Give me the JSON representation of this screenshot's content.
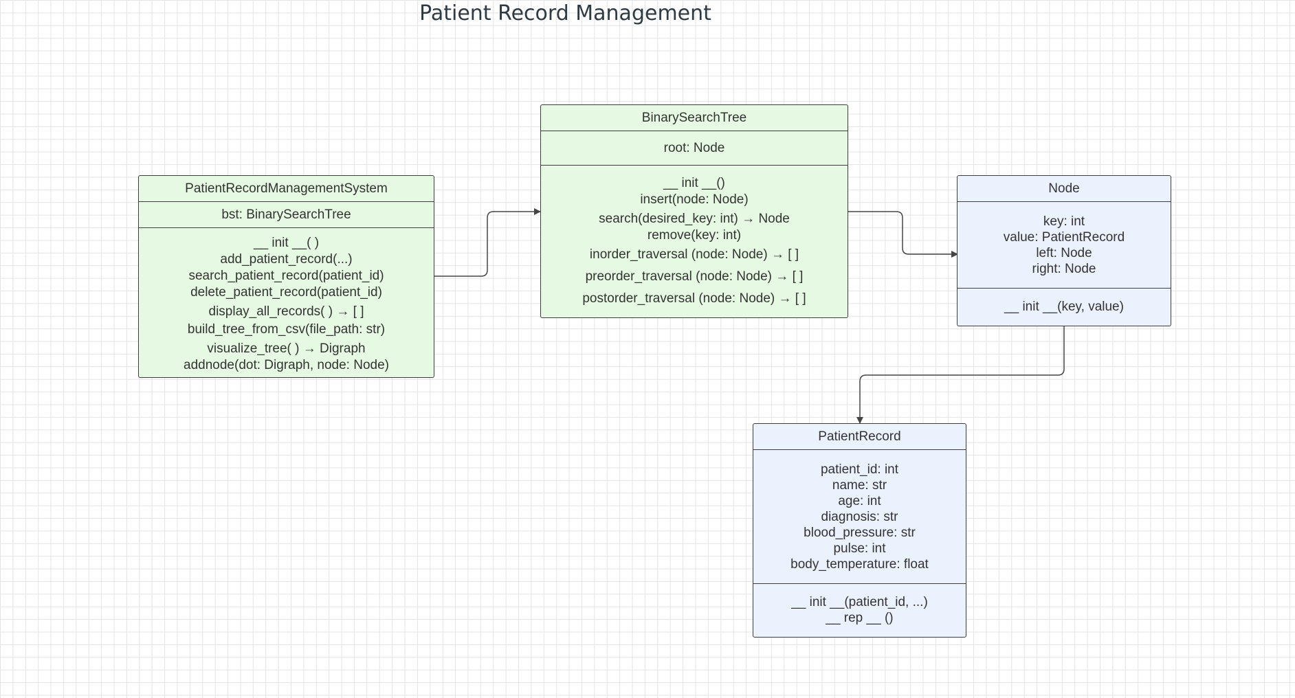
{
  "diagram": {
    "title": "Patient Record Management",
    "classes": {
      "prms": {
        "name": "PatientRecordManagementSystem",
        "attributes": [
          "bst: BinarySearchTree"
        ],
        "methods": [
          "__ init __( )",
          "add_patient_record(...)",
          "search_patient_record(patient_id)",
          "delete_patient_record(patient_id)",
          "display_all_records( )  →  [ ]",
          "build_tree_from_csv(file_path: str)",
          "visualize_tree( )  →  Digraph",
          "addnode(dot: Digraph, node: Node)"
        ]
      },
      "bst": {
        "name": "BinarySearchTree",
        "attributes": [
          "root: Node"
        ],
        "methods": [
          "__ init __()",
          "insert(node: Node)",
          "search(desired_key: int)  →  Node",
          "remove(key: int)",
          "inorder_traversal (node: Node)  →  [ ]",
          "preorder_traversal (node: Node)  →  [ ]",
          "postorder_traversal (node: Node)  →  [ ]"
        ]
      },
      "node": {
        "name": "Node",
        "attributes": [
          "key: int",
          "value: PatientRecord",
          "left: Node",
          "right: Node"
        ],
        "methods": [
          "__ init __(key, value)"
        ]
      },
      "record": {
        "name": "PatientRecord",
        "attributes": [
          "patient_id: int",
          "name: str",
          "age: int",
          "diagnosis: str",
          "blood_pressure: str",
          "pulse: int",
          "body_temperature: float"
        ],
        "methods": [
          "__ init __(patient_id, ...)",
          "__ rep __ ()"
        ]
      }
    },
    "colors": {
      "green_fill": "#e6f9e2",
      "blue_fill": "#ebf2fe",
      "border": "#3c3c3c",
      "text": "#333333",
      "connector": "#444444"
    }
  }
}
